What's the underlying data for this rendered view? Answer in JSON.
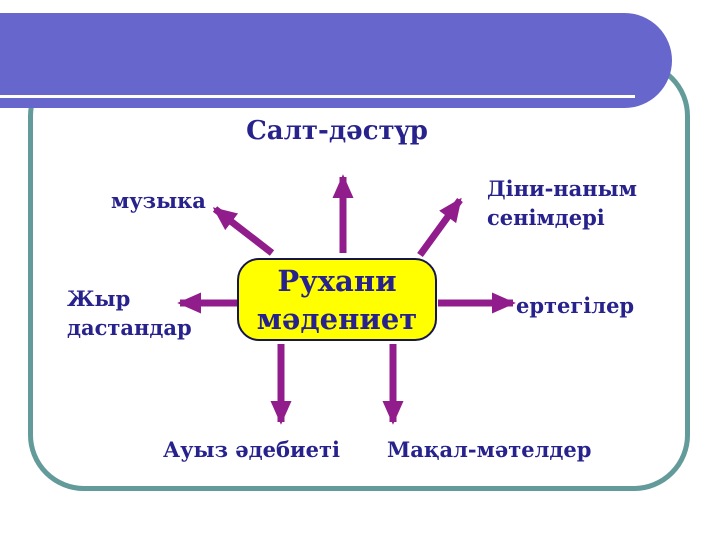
{
  "diagram": {
    "center": {
      "label": "Рухани\nмәдениет"
    },
    "spokes": [
      {
        "label": "Салт-дәстүр",
        "direction": "up"
      },
      {
        "label": "музыка",
        "direction": "up-left"
      },
      {
        "label": "Діни-наным\nсенімдері",
        "direction": "up-right"
      },
      {
        "label": "Жыр\nдастандар",
        "direction": "left"
      },
      {
        "label": "ертегілер",
        "direction": "right"
      },
      {
        "label": "Ауыз әдебиеті",
        "direction": "down-left"
      },
      {
        "label": "Мақал-мәтелдер",
        "direction": "down-right"
      }
    ]
  },
  "colors": {
    "background": "#ffffff",
    "banner": "#6666cc",
    "panel_border": "#639a9a",
    "node_fill": "#ffff00",
    "node_border": "#16164a",
    "text": "#28238c",
    "arrow": "#911c8c"
  }
}
